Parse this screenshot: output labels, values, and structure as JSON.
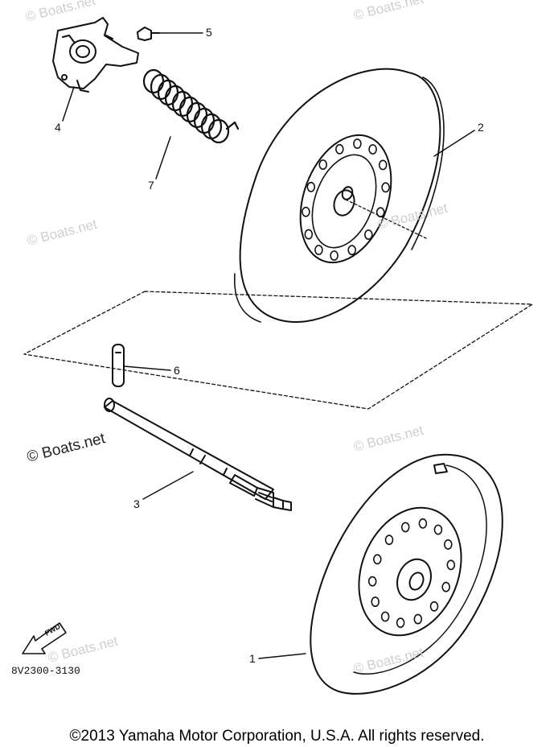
{
  "watermarks": {
    "w1": "© Boats.net",
    "w2": "© Boats.net",
    "w3": "© Boats.net",
    "w4": "© Boats.net",
    "w5": "© Boats.net",
    "w6": "© Boats.net",
    "w7": "© Boats.net",
    "w8": "© Boats.net",
    "w9": "© Boats.net"
  },
  "callouts": {
    "c1": "1",
    "c2": "2",
    "c3": "3",
    "c4": "4",
    "c5": "5",
    "c6": "6",
    "c7": "7"
  },
  "fwd_label": "FWD",
  "diagram_code": "8V2300-3130",
  "copyright": "©2013 Yamaha Motor Corporation, U.S.A. All rights reserved."
}
